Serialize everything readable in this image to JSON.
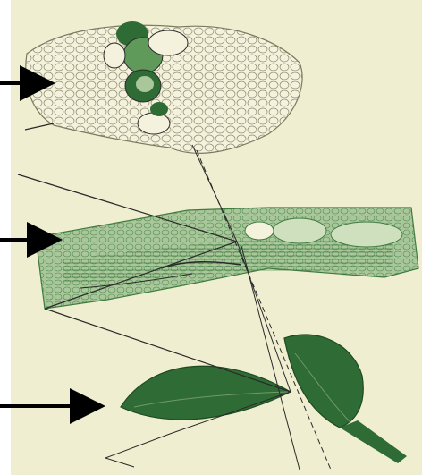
{
  "diagram": {
    "subject": "leaf-structure-zoom",
    "levels": [
      {
        "id": "cell-tissue",
        "pointer": "arrow-right-icon"
      },
      {
        "id": "leaf-cross-section",
        "pointer": "arrow-right-icon"
      },
      {
        "id": "whole-leaf",
        "pointer": "arrow-right-icon"
      }
    ],
    "colors": {
      "background": "#efeed0",
      "leaf_dark": "#2f6b34",
      "leaf_mid": "#5f9a5a",
      "leaf_light": "#a9c79a",
      "ink": "#2a2a2a",
      "arrow": "#000000"
    }
  }
}
